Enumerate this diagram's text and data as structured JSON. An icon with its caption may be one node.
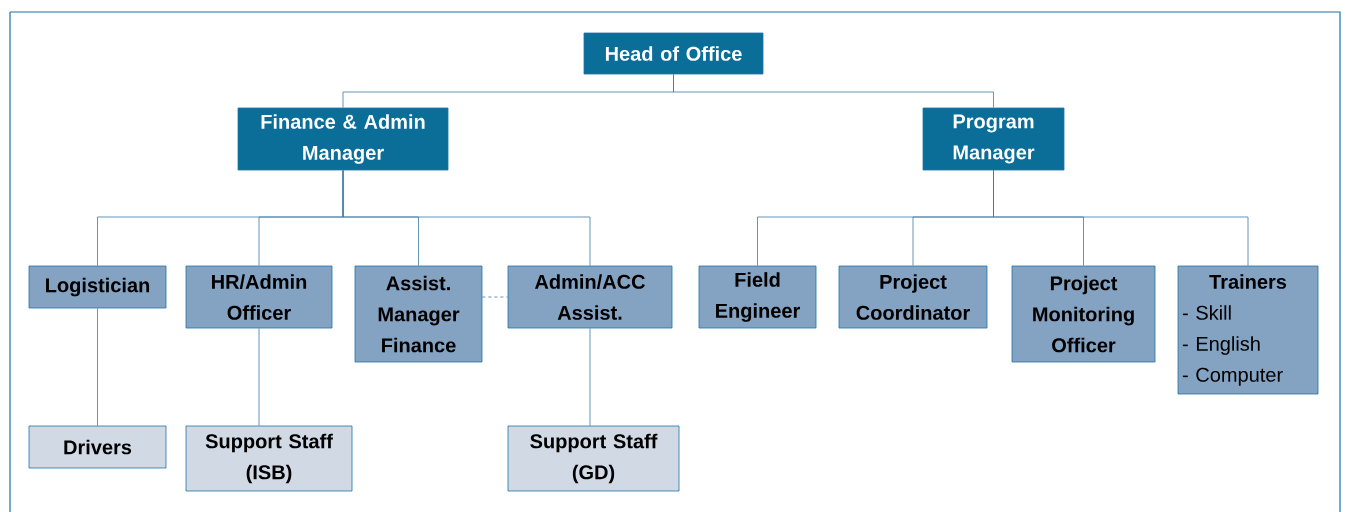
{
  "diagram": {
    "nodes": [
      {
        "text": [
          "Head of Office"
        ]
      },
      {
        "text": [
          "Finance & Admin Manager"
        ]
      },
      {
        "text": [
          "Program Manager"
        ]
      },
      {
        "text": [
          "Logistician"
        ]
      },
      {
        "text": [
          "HR/Admin Officer"
        ]
      },
      {
        "text": [
          "Assist. Manager Finance"
        ]
      },
      {
        "text": [
          "Admin/ACC Assist."
        ]
      },
      {
        "text": [
          "Field Engineer"
        ]
      },
      {
        "text": [
          "Project Coordinator"
        ]
      },
      {
        "text": [
          "Project Monitoring Officer"
        ]
      },
      {
        "text": [
          "Trainers",
          "- Skill",
          "- English",
          "- Computer"
        ]
      },
      {
        "text": [
          "Drivers"
        ]
      },
      {
        "text": [
          "Support Staff (ISB)"
        ]
      },
      {
        "text": [
          "Support Staff (GD)"
        ]
      }
    ],
    "edges": [
      {
        "from": 0,
        "to": 1,
        "arrow": "none"
      },
      {
        "from": 0,
        "to": 2,
        "arrow": "none"
      },
      {
        "from": 1,
        "to": 3,
        "arrow": "none"
      },
      {
        "from": 1,
        "to": 4,
        "arrow": "none"
      },
      {
        "from": 1,
        "to": 5,
        "arrow": "none"
      },
      {
        "from": 1,
        "to": 6,
        "arrow": "none"
      },
      {
        "from": 2,
        "to": 7,
        "arrow": "none"
      },
      {
        "from": 2,
        "to": 8,
        "arrow": "none"
      },
      {
        "from": 2,
        "to": 9,
        "arrow": "none"
      },
      {
        "from": 2,
        "to": 10,
        "arrow": "none"
      },
      {
        "from": 3,
        "to": 11,
        "arrow": "none"
      },
      {
        "from": 4,
        "to": 12,
        "arrow": "none"
      },
      {
        "from": 6,
        "to": 13,
        "arrow": "none"
      },
      {
        "from": 5,
        "to": 6,
        "arrow": "none",
        "style": "dashed"
      }
    ]
  }
}
